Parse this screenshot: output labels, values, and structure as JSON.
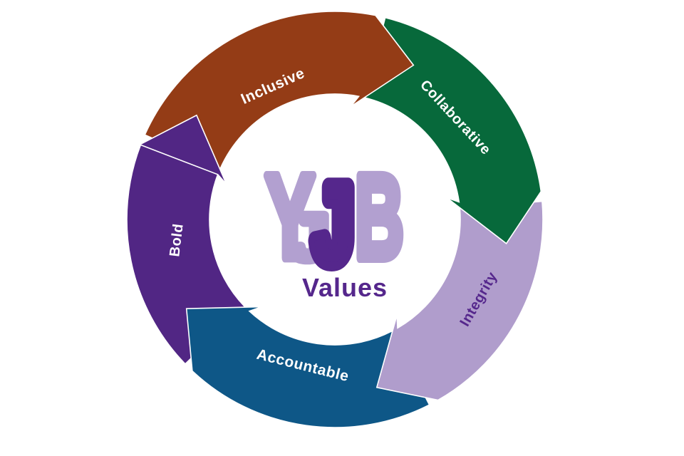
{
  "page": {
    "background": "#FFFFFF"
  },
  "diagram": {
    "type": "cycle",
    "flow": "clockwise",
    "outline_color": "#FFFFFF",
    "logo": {
      "y": "Y",
      "j_ghost": "J",
      "j": "J",
      "b": "B",
      "caption": "Values",
      "colors": {
        "light": "#B2A0D0",
        "dark": "#55278C"
      }
    },
    "segments": [
      {
        "id": "inclusive",
        "label": "Inclusive",
        "color": "#943C16",
        "label_color": "#FFFFFF"
      },
      {
        "id": "collaborative",
        "label": "Collaborative",
        "color": "#07693B",
        "label_color": "#FFFFFF"
      },
      {
        "id": "integrity",
        "label": "Integrity",
        "color": "#B09DCC",
        "label_color": "#55278C"
      },
      {
        "id": "accountable",
        "label": "Accountable",
        "color": "#0E5787",
        "label_color": "#FFFFFF"
      },
      {
        "id": "bold",
        "label": "Bold",
        "color": "#512684",
        "label_color": "#FFFFFF"
      }
    ]
  }
}
